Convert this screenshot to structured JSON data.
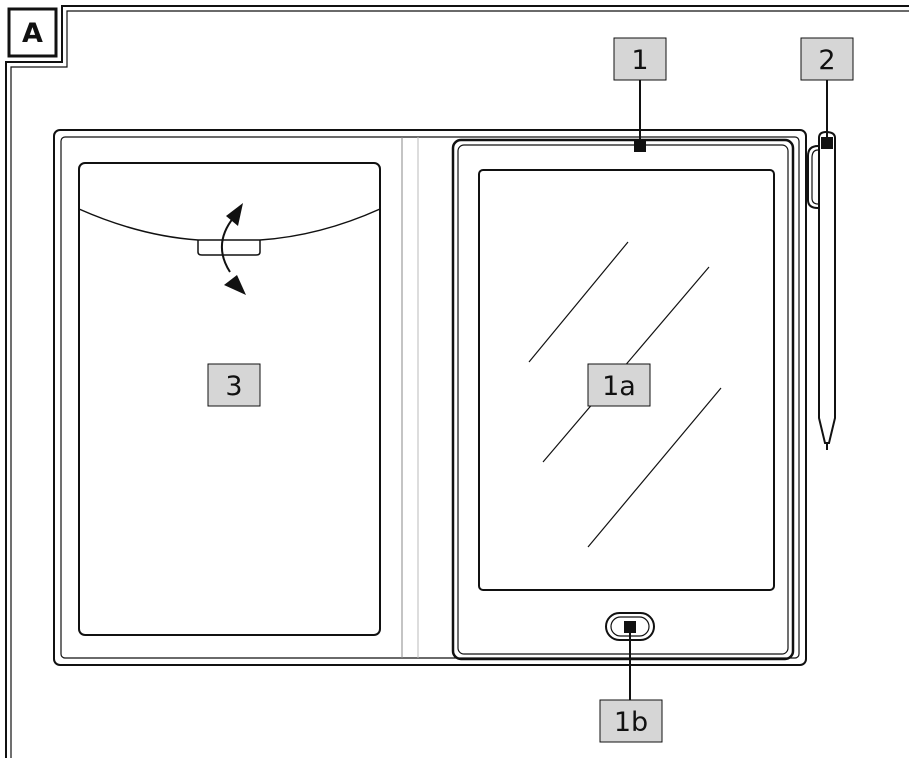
{
  "figure": {
    "section_letter": "A",
    "colors": {
      "line": "#111111",
      "label_fill": "#d6d6d6",
      "background": "#ffffff"
    },
    "callouts": {
      "tablet": "1",
      "screen": "1a",
      "home_button": "1b",
      "stylus": "2",
      "cover_pocket": "3"
    },
    "icons": {
      "flip_arrows": "curved-double-arrow-icon"
    }
  }
}
